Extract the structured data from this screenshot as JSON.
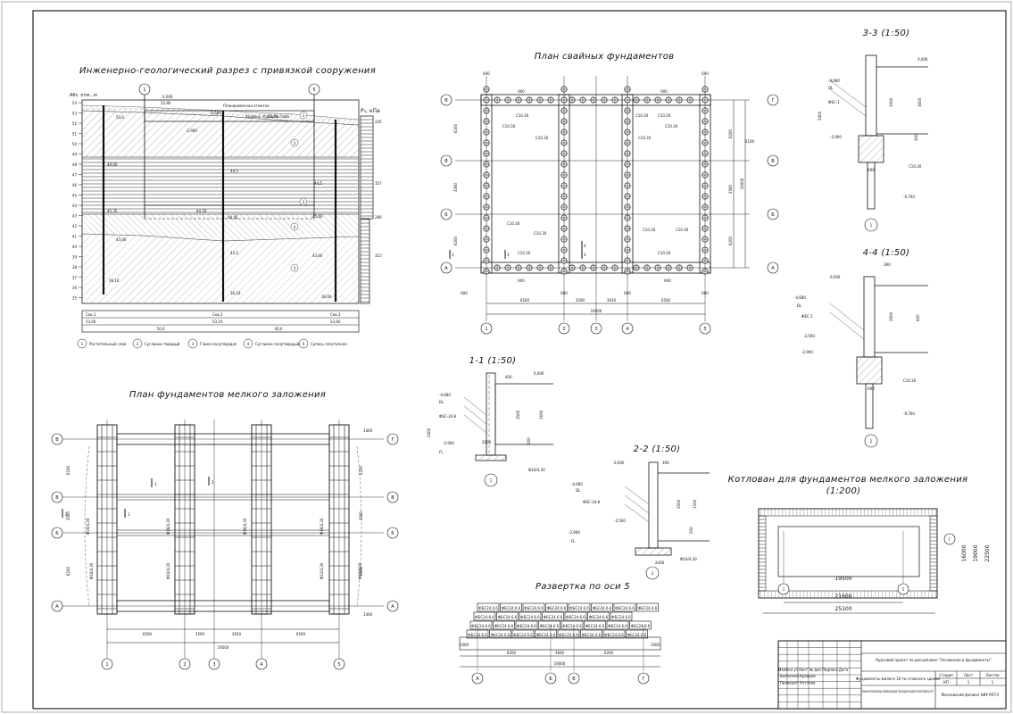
{
  "titles": {
    "geo_section": "Инженерно-геологический разрез с привязкой сооружения",
    "pile_plan": "План свайных фундаментов",
    "shallow_plan": "План фундаментов мелкого заложения",
    "unfold": "Развертка по оси 5",
    "pit": "Котлован для фундаментов мелкого заложения",
    "pit_scale": "(1:200)",
    "sec11": "1-1 (1:50)",
    "sec22": "2-2 (1:50)",
    "sec33": "3-3 (1:50)",
    "sec44": "4-4 (1:50)"
  },
  "geo": {
    "axis_label": "Абс. отм., м",
    "pressure_label": "P₀, кПа",
    "elev_ticks": [
      "54",
      "53",
      "52",
      "51",
      "50",
      "49",
      "48",
      "47",
      "46",
      "45",
      "44",
      "43",
      "42",
      "41",
      "40",
      "39",
      "38",
      "37",
      "36",
      "35"
    ],
    "wells": [
      "Скв.1",
      "Скв.2",
      "Скв.3"
    ],
    "well_elevs": [
      "53,60",
      "53,10",
      "52,60"
    ],
    "well_dists": [
      "50,0",
      "40,0"
    ],
    "labels": [
      "Планировочная отметка",
      "Уровень подошвы свай",
      "0,000",
      "53,80",
      "-0,680",
      "-2,900",
      "53,6",
      "49,60",
      "45,35",
      "43,00",
      "53,10",
      "39,10",
      "36,10",
      "36,60",
      "44,20",
      "44,45",
      "45,60",
      "43,60",
      "44,5",
      "44,5",
      "42,5"
    ],
    "pressures": [
      "245",
      "357",
      "286",
      "315"
    ],
    "layer_nums": [
      "1",
      "2",
      "3",
      "4",
      "5"
    ],
    "legend": [
      {
        "num": "1",
        "text": "Растительный слой"
      },
      {
        "num": "2",
        "text": "Суглинок твердый"
      },
      {
        "num": "3",
        "text": "Глина полутвердая"
      },
      {
        "num": "4",
        "text": "Суглинок полутвердый"
      },
      {
        "num": "5",
        "text": "Супесь пластичная"
      }
    ]
  },
  "pile_plan": {
    "row_axes": [
      "Г",
      "В",
      "Б",
      "А"
    ],
    "col_axes": [
      "1",
      "2",
      "3",
      "4",
      "5"
    ],
    "spans": [
      "6500",
      "3590",
      "3910",
      "6500"
    ],
    "total": "19500",
    "row_spans": [
      "6200",
      "3560",
      "6200"
    ],
    "total_rows": "16000",
    "pile_labels": [
      "С10.30",
      "С10.30",
      "С10.30",
      "С10.30",
      "С10.30",
      "С10.30",
      "С10.30",
      "С10.30",
      "С10.30",
      "С10.30",
      "С10.30",
      "С10.30",
      "С10.30"
    ],
    "dims": [
      "600",
      "900",
      "900",
      "900",
      "600",
      "6100",
      "600",
      "600",
      "600",
      "600",
      "600"
    ],
    "section_marks": [
      "3",
      "3",
      "4",
      "4"
    ]
  },
  "shallow_plan": {
    "row_axes": [
      "Г",
      "В",
      "Б",
      "А"
    ],
    "col_axes": [
      "1",
      "2",
      "3",
      "4",
      "5"
    ],
    "spans": [
      "6500",
      "3590",
      "3910",
      "6500"
    ],
    "total": "19500",
    "row_spans": [
      "6200",
      "3560",
      "6200"
    ],
    "side_dims": [
      "1400",
      "1400"
    ],
    "labels": [
      "Ф16/4,30",
      "Ф16/4,30",
      "Ф16/4,30",
      "Ф16/4,30",
      "Ф16/4,30",
      "Ф16/4,30",
      "Ф12/4,30",
      "Ф12/4,30"
    ],
    "section_marks": [
      "1",
      "1",
      "2",
      "2"
    ]
  },
  "sec11": {
    "labels": [
      "0,000",
      "-0,680",
      "DL",
      "ФЕС-24-6",
      "-2,900",
      "FL",
      "2400",
      "3500",
      "1600",
      "2000",
      "200",
      "400",
      "Ф16/4,30",
      "1"
    ]
  },
  "sec22": {
    "labels": [
      "0,000",
      "-0,680",
      "DL",
      "ФЕС-24-6",
      "-2,500",
      "-2,900",
      "FL",
      "2400",
      "3500",
      "1500",
      "200",
      "390",
      "Ф16/4,30",
      "2"
    ]
  },
  "sec33": {
    "labels": [
      "0,000",
      "-0,680",
      "DL",
      "ФЕС-1",
      "-2,900",
      "3500",
      "3600",
      "5400",
      "300",
      "600",
      "С10.30",
      "-9,700",
      "1"
    ]
  },
  "sec44": {
    "labels": [
      "0,000",
      "-0,680",
      "DL",
      "ФЕС-1",
      "-2,500",
      "-2,900",
      "2900",
      "600",
      "390",
      "600",
      "С10.30",
      "-9,700",
      "2"
    ]
  },
  "unfold": {
    "blocks": [
      "ФБС24.6.6",
      "ФБС24.6.6",
      "ФБС24.6.6",
      "ФБС24.6.6",
      "ФБС24.6.6",
      "ФБС24.6.6",
      "ФБС24.6.6",
      "ФБС24.6.6",
      "ФБС24.6.6",
      "ФБС24.6.6",
      "ФБС24.6.6",
      "ФБС24.6.6"
    ],
    "dims": [
      "6200",
      "3600",
      "6200",
      "16000",
      "1000",
      "1000"
    ],
    "axes": [
      "А",
      "Б",
      "В",
      "Г"
    ]
  },
  "pit": {
    "axes": [
      "1",
      "5",
      "Г"
    ],
    "dims": [
      "19500",
      "21600",
      "25100",
      "16000",
      "19000",
      "22500"
    ]
  },
  "stamp": {
    "course": "Курсовой проект по дисциплине \"Основания и фундаменты\"",
    "project": "Фундаменты жилого 10-ти этажного здания",
    "sheet_title": "Инженерно-геологический разрез с привязкой сооружения. Планы фундаментов, разрезы. Котлован. Развертка по оси 5",
    "org": "Московский филиал НИУ МГСУ",
    "cols": [
      "Изм.",
      "Кол.уч.",
      "Лист",
      "№ док.",
      "Подпись",
      "Дата"
    ],
    "roles": [
      "Выполнил",
      "Проверил"
    ],
    "names": [
      "Кравцов",
      "Котлова"
    ],
    "stage_head": [
      "Стадия",
      "Лист",
      "Листов"
    ],
    "stage_vals": [
      "КП",
      "1",
      "1"
    ]
  }
}
